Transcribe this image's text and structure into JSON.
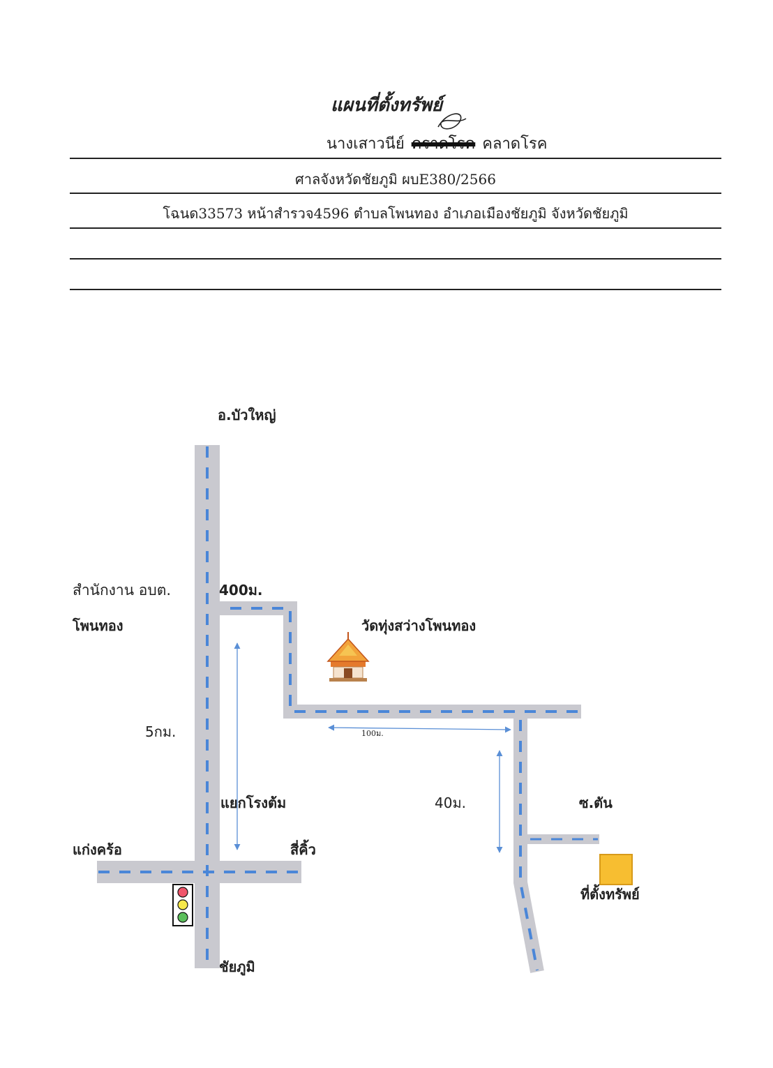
{
  "header": {
    "title": "แผนที่ตั้งทรัพย์",
    "owner_prefix": "นางเสาวนีย์",
    "owner_struck_surname": "คราดโรค",
    "owner_corrected_surname": "คลาดโรค",
    "court_case": "ศาลจังหวัดชัยภูมิ ผบE380/2566",
    "land_location": "โฉนด33573 หน้าสำรวจ4596 ตำบลโพนทอง อำเภอเมืองชัยภูมิ จังหวัดชัยภูมิ"
  },
  "map": {
    "labels": {
      "north_destination": "อ.บัวใหญ่",
      "sao_office_line1": "สำนักงาน อบต.",
      "sao_office_line2": "โพนทอง",
      "dist_400": "400ม.",
      "temple": "วัดทุ่งสว่างโพนทอง",
      "dist_5km": "5กม.",
      "dist_100": "100ม.",
      "junction": "แยกโรงต้ม",
      "dist_40": "40ม.",
      "soi": "ซ.ตัน",
      "west_destination": "แก่งคร้อ",
      "east_destination": "สี่คิ้ว",
      "property": "ที่ตั้งทรัพย์",
      "south_destination": "ชัยภูมิ"
    },
    "icons": {
      "temple": "temple-icon",
      "traffic_light": "traffic-light-icon",
      "property_marker": "property-square-icon"
    },
    "colors": {
      "road": "#c9c9cf",
      "road_dash": "#4a86d8",
      "arrow": "#5a8fd6",
      "property_fill": "#f7be31",
      "property_border": "#d79a1a"
    }
  }
}
